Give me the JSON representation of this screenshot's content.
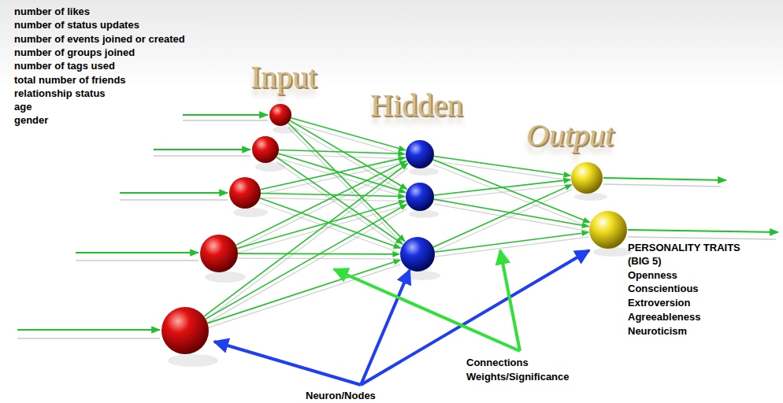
{
  "diagram": {
    "labels": [
      "number of likes",
      "number of status updates",
      "number of events joined or created",
      "number of groups joined",
      "number of tags used",
      "total number of friends",
      "relationship status",
      "age",
      "gender",
      "Input",
      "Hidden",
      "Output",
      "PERSONALITY TRAITS (BIG 5)",
      "Openness",
      "Conscientious",
      "Extroversion",
      "Agreeableness",
      "Neuroticism",
      "Connections Weights/Significance",
      "Neuron/Nodes"
    ]
  }
}
